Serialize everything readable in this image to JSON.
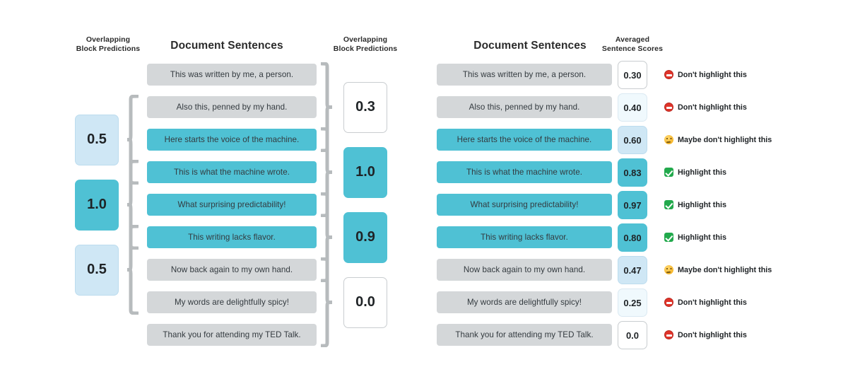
{
  "figure": {
    "background": "#ffffff",
    "accent_teal": "#4fc1d4",
    "neutral_gray": "#d4d7d9",
    "brace_color": "#b7bbbd"
  },
  "left_panel": {
    "headers": {
      "left_line1": "Overlapping",
      "left_line2": "Block Predictions",
      "center": "Document Sentences",
      "right_line1": "Overlapping",
      "right_line2": "Block Predictions"
    },
    "sentences": [
      {
        "text": "This was written by me, a person.",
        "state": "gray"
      },
      {
        "text": "Also this, penned by my hand.",
        "state": "gray"
      },
      {
        "text": "Here starts the voice of the machine.",
        "state": "teal"
      },
      {
        "text": "This is what the machine wrote.",
        "state": "teal"
      },
      {
        "text": "What surprising predictability!",
        "state": "teal"
      },
      {
        "text": "This writing lacks flavor.",
        "state": "teal"
      },
      {
        "text": "Now back again to my own hand.",
        "state": "gray"
      },
      {
        "text": "My words are delightfully spicy!",
        "state": "gray"
      },
      {
        "text": "Thank you for attending my TED Talk.",
        "state": "gray"
      }
    ],
    "left_predictions": [
      {
        "value": "0.5",
        "level": 3,
        "spans": [
          1,
          2,
          3
        ]
      },
      {
        "value": "1.0",
        "level": 4,
        "spans": [
          3,
          4,
          5
        ]
      },
      {
        "value": "0.5",
        "level": 3,
        "spans": [
          5,
          6,
          7
        ]
      }
    ],
    "right_predictions": [
      {
        "value": "0.3",
        "level": 0,
        "spans": [
          0,
          1,
          2
        ]
      },
      {
        "value": "1.0",
        "level": 4,
        "spans": [
          2,
          3,
          4
        ]
      },
      {
        "value": "0.9",
        "level": 4,
        "spans": [
          4,
          5,
          6
        ]
      },
      {
        "value": "0.0",
        "level": 0,
        "spans": [
          6,
          7,
          8
        ]
      }
    ]
  },
  "right_panel": {
    "headers": {
      "center": "Document Sentences",
      "scores_line1": "Averaged",
      "scores_line2": "Sentence Scores"
    },
    "rows": [
      {
        "text": "This was written by me, a person.",
        "state": "gray",
        "score": "0.30",
        "score_level": 0,
        "verdict": "Don't highlight this",
        "icon": "no-entry-icon"
      },
      {
        "text": "Also this, penned by my hand.",
        "state": "gray",
        "score": "0.40",
        "score_level": 1,
        "verdict": "Don't highlight this",
        "icon": "no-entry-icon"
      },
      {
        "text": "Here starts the voice of the machine.",
        "state": "teal",
        "score": "0.60",
        "score_level": 3,
        "verdict": "Maybe don't highlight this",
        "icon": "thinking-face-icon"
      },
      {
        "text": "This is what the machine wrote.",
        "state": "teal",
        "score": "0.83",
        "score_level": 4,
        "verdict": "Highlight this",
        "icon": "green-check-icon"
      },
      {
        "text": "What surprising predictability!",
        "state": "teal",
        "score": "0.97",
        "score_level": 4,
        "verdict": "Highlight this",
        "icon": "green-check-icon"
      },
      {
        "text": "This writing lacks flavor.",
        "state": "teal",
        "score": "0.80",
        "score_level": 4,
        "verdict": "Highlight this",
        "icon": "green-check-icon"
      },
      {
        "text": "Now back again to my own hand.",
        "state": "gray",
        "score": "0.47",
        "score_level": 3,
        "verdict": "Maybe don't highlight this",
        "icon": "thinking-face-icon"
      },
      {
        "text": "My words are delightfully spicy!",
        "state": "gray",
        "score": "0.25",
        "score_level": 1,
        "verdict": "Don't highlight this",
        "icon": "no-entry-icon"
      },
      {
        "text": "Thank you for attending my TED Talk.",
        "state": "gray",
        "score": "0.0",
        "score_level": 0,
        "verdict": "Don't highlight this",
        "icon": "no-entry-icon"
      }
    ]
  },
  "chart_data": {
    "type": "table",
    "title": "Overlapping block predictions averaged into sentence scores",
    "categories": [
      "This was written by me, a person.",
      "Also this, penned by my hand.",
      "Here starts the voice of the machine.",
      "This is what the machine wrote.",
      "What surprising predictability!",
      "This writing lacks flavor.",
      "Now back again to my own hand.",
      "My words are delightfully spicy!",
      "Thank you for attending my TED Talk."
    ],
    "series": [
      {
        "name": "Averaged Sentence Scores",
        "values": [
          0.3,
          0.4,
          0.6,
          0.83,
          0.97,
          0.8,
          0.47,
          0.25,
          0.0
        ]
      }
    ],
    "block_predictions_left": [
      0.5,
      1.0,
      0.5
    ],
    "block_predictions_right": [
      0.3,
      1.0,
      0.9,
      0.0
    ],
    "ylim": [
      0,
      1
    ],
    "xlabel": "Document Sentences",
    "ylabel": "Score",
    "legend": [
      "Highlight this",
      "Maybe don't highlight this",
      "Don't highlight this"
    ]
  }
}
